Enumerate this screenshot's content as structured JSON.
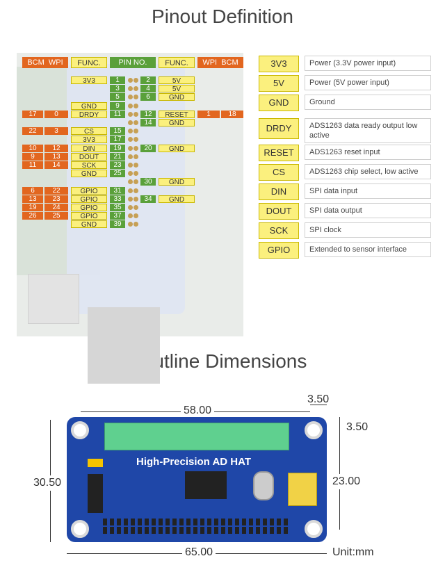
{
  "titles": {
    "pinout": "Pinout Definition",
    "outline": "Outline Dimensions"
  },
  "pinout_header": [
    "BCM",
    "WPI",
    "FUNC.",
    "PIN NO.",
    "FUNC.",
    "WPI",
    "BCM"
  ],
  "pin_rows": [
    {
      "lfunc": "3V3",
      "lpin": "1",
      "rpin": "2",
      "rfunc": "5V"
    },
    {
      "lfunc": "",
      "lpin": "3",
      "rpin": "4",
      "rfunc": "5V"
    },
    {
      "lfunc": "",
      "lpin": "5",
      "rpin": "6",
      "rfunc": "GND"
    },
    {
      "lfunc": "GND",
      "lpin": "9",
      "rpin": "",
      "rfunc": ""
    },
    {
      "lbcm": "17",
      "lwpi": "0",
      "lfunc": "DRDY",
      "lpin": "11",
      "rpin": "12",
      "rfunc": "RESET",
      "rwpi": "1",
      "rbcm": "18"
    },
    {
      "lfunc": "",
      "lpin": "",
      "rpin": "14",
      "rfunc": "GND"
    },
    {
      "lbcm": "22",
      "lwpi": "3",
      "lfunc": "CS",
      "lpin": "15"
    },
    {
      "lfunc": "3V3",
      "lpin": "17"
    },
    {
      "lbcm": "10",
      "lwpi": "12",
      "lfunc": "DIN",
      "lpin": "19",
      "rpin": "20",
      "rfunc": "GND"
    },
    {
      "lbcm": "9",
      "lwpi": "13",
      "lfunc": "DOUT",
      "lpin": "21"
    },
    {
      "lbcm": "11",
      "lwpi": "14",
      "lfunc": "SCK",
      "lpin": "23"
    },
    {
      "lfunc": "GND",
      "lpin": "25"
    },
    {
      "rpin": "30",
      "rfunc": "GND"
    },
    {
      "lbcm": "6",
      "lwpi": "22",
      "lfunc": "GPIO",
      "lpin": "31"
    },
    {
      "lbcm": "13",
      "lwpi": "23",
      "lfunc": "GPIO",
      "lpin": "33",
      "rpin": "34",
      "rfunc": "GND"
    },
    {
      "lbcm": "19",
      "lwpi": "24",
      "lfunc": "GPIO",
      "lpin": "35"
    },
    {
      "lbcm": "26",
      "lwpi": "25",
      "lfunc": "GPIO",
      "lpin": "37"
    },
    {
      "lfunc": "GND",
      "lpin": "39"
    }
  ],
  "legend": [
    {
      "key": "3V3",
      "desc": "Power (3.3V power input)"
    },
    {
      "key": "5V",
      "desc": "Power (5V power input)"
    },
    {
      "key": "GND",
      "desc": "Ground"
    },
    {
      "key": "DRDY",
      "desc": "ADS1263 data ready output low active"
    },
    {
      "key": "RESET",
      "desc": "ADS1263 reset input"
    },
    {
      "key": "CS",
      "desc": "ADS1263 chip select, low active"
    },
    {
      "key": "DIN",
      "desc": "SPI data input"
    },
    {
      "key": "DOUT",
      "desc": "SPI data output"
    },
    {
      "key": "SCK",
      "desc": "SPI clock"
    },
    {
      "key": "GPIO",
      "desc": "Extended to sensor interface"
    }
  ],
  "dimensions": {
    "hole_spacing": "58.00",
    "edge_offset_h": "3.50",
    "edge_offset_v": "3.50",
    "height": "30.50",
    "hole_spacing_v": "23.00",
    "width": "65.00",
    "unit": "Unit:mm"
  },
  "board_label": "High-Precision AD HAT",
  "colors": {
    "orange": "#e2661f",
    "yellow": "#fbf07e",
    "green": "#5aa03a",
    "pcb_blue": "#1f47a8"
  }
}
